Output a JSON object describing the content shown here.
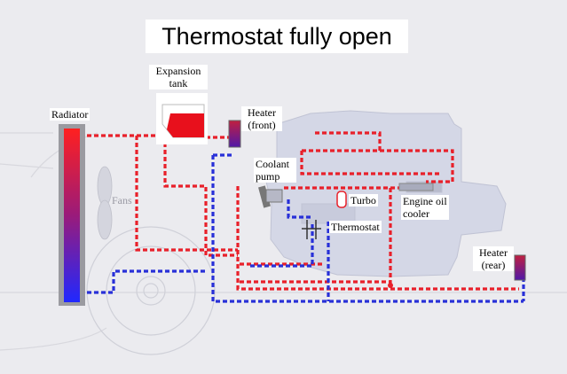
{
  "title": "Thermostat fully open",
  "labels": {
    "radiator": "Radiator",
    "expansion_tank_line1": "Expansion",
    "expansion_tank_line2": "tank",
    "heater_front_line1": "Heater",
    "heater_front_line2": "(front)",
    "coolant_pump_line1": "Coolant",
    "coolant_pump_line2": "pump",
    "fans": "Fans",
    "turbo": "Turbo",
    "thermostat": "Thermostat",
    "engine_oil_cooler_line1": "Engine oil",
    "engine_oil_cooler_line2": "cooler",
    "heater_rear_line1": "Heater",
    "heater_rear_line2": "(rear)"
  },
  "colors": {
    "hot_coolant": "#e8202a",
    "cold_coolant": "#2830d8",
    "engine_block": "#d4d7e6",
    "background": "#ebebef",
    "tank_fluid": "#e8101c",
    "heater_gradient_top": "#c02040",
    "heater_gradient_bottom": "#5018a8"
  }
}
